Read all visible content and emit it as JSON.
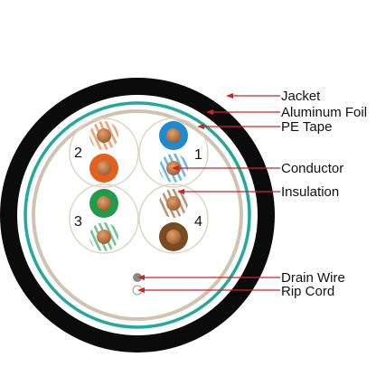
{
  "diagram": {
    "pair_labels": [
      "1",
      "2",
      "3",
      "4"
    ],
    "callouts": {
      "jacket": "Jacket",
      "aluminum_foil": "Aluminum Foil",
      "pe_tape": "PE Tape",
      "conductor": "Conductor",
      "insulation": "Insulation",
      "drain_wire": "Drain Wire",
      "rip_cord": "Rip Cord"
    },
    "colors": {
      "jacket": "#0b0b0b",
      "foil_ring": "#21a99a",
      "pe_tape": "#cfc4b2",
      "conductor": "#b06a3a",
      "leader_line": "#d62020",
      "blue": "#1f8ad0",
      "orange": "#e0621e",
      "green": "#1f9b4a",
      "brown": "#7a4a23",
      "stripe": "#ffffff"
    }
  }
}
